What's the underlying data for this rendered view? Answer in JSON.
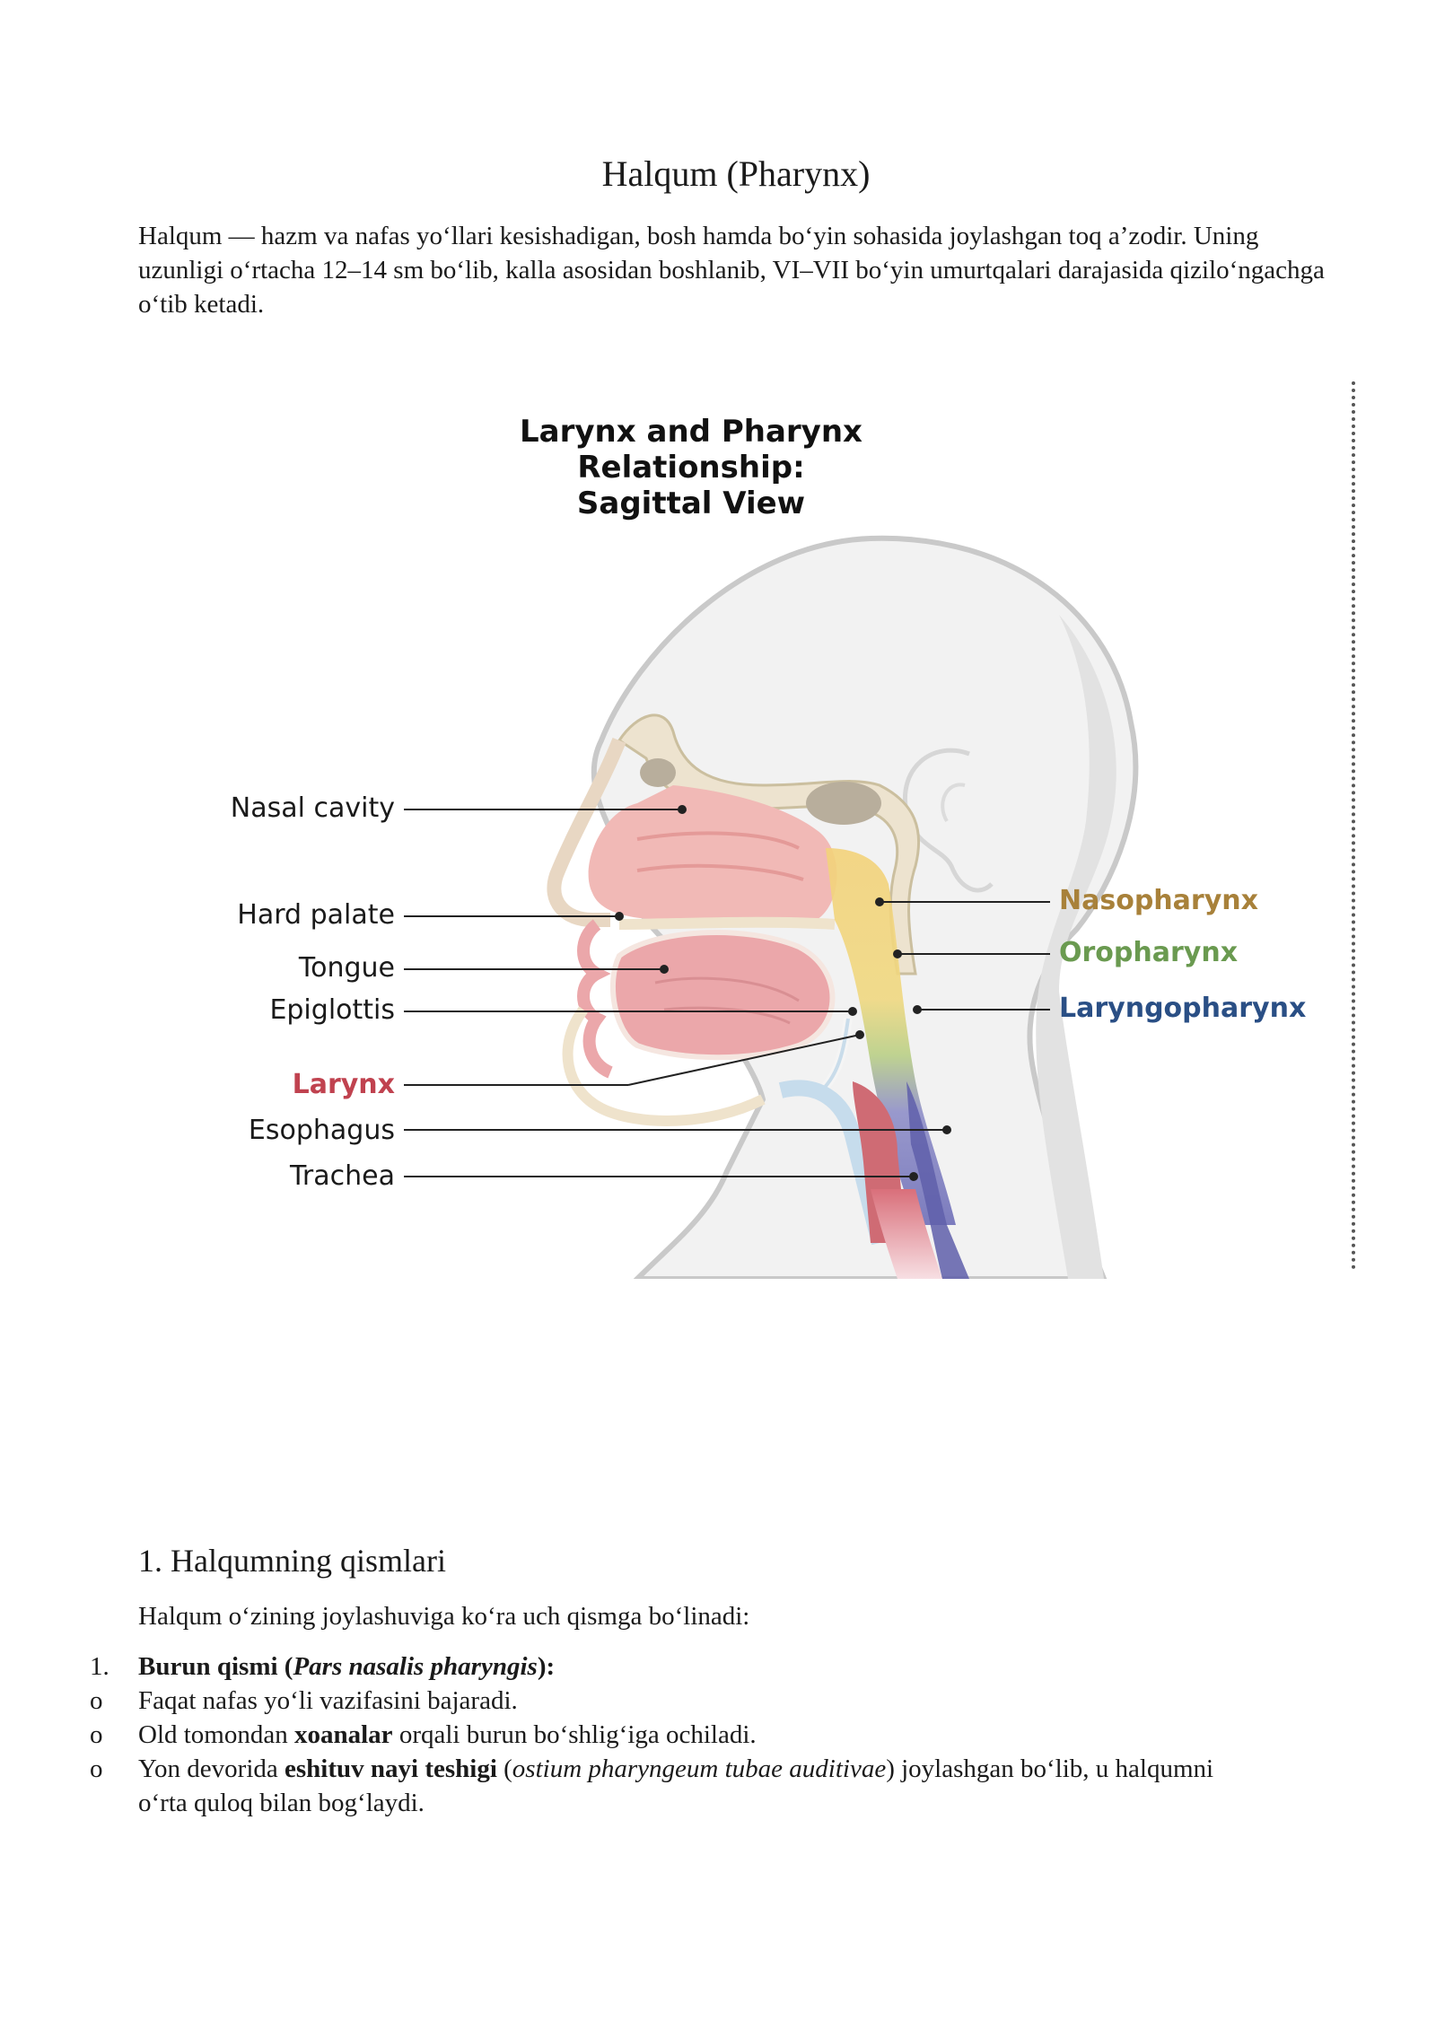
{
  "document": {
    "title": "Halqum (Pharynx)",
    "intro": "Halqum — hazm va nafas yo‘llari kesishadigan, bosh hamda bo‘yin sohasida joylashgan toq a’zodir. Uning uzunligi o‘rtacha 12–14 sm bo‘lib, kalla asosidan boshlanib, VI–VII bo‘yin umurtqalari darajasida qizilo‘ngachga o‘tib ketadi."
  },
  "figure": {
    "title_line1": "Larynx and Pharynx Relationship:",
    "title_line2": "Sagittal View",
    "labels_left": [
      "Nasal cavity",
      "Hard palate",
      "Tongue",
      "Epiglottis",
      "Larynx",
      "Esophagus",
      "Trachea"
    ],
    "labels_right": [
      "Nasopharynx",
      "Oropharynx",
      "Laryngopharynx"
    ],
    "colors": {
      "nasopharynx": "#a8813a",
      "oropharynx": "#6a9a50",
      "laryngopharynx": "#2a4f85",
      "larynx": "#c0424f"
    }
  },
  "section": {
    "heading": "1. Halqumning qismlari",
    "intro": "Halqum o‘zining joylashuviga ko‘ra uch qismga bo‘linadi:",
    "item1_marker": "1.",
    "item1_bold": "Burun qismi (",
    "item1_italic": "Pars nasalis pharyngis",
    "item1_end": "):",
    "bullet_marker": "o",
    "bullet1": "Faqat nafas yo‘li vazifasini bajaradi.",
    "bullet2_pre": "Old tomondan ",
    "bullet2_bold": "xoanalar",
    "bullet2_post": " orqali burun bo‘shlig‘iga ochiladi.",
    "bullet3_pre": "Yon devorida ",
    "bullet3_bold": "eshituv nayi teshigi",
    "bullet3_mid": " (",
    "bullet3_italic": "ostium pharyngeum tubae auditivae",
    "bullet3_post": ") joylashgan bo‘lib, u halqumni o‘rta quloq bilan bog‘laydi."
  }
}
